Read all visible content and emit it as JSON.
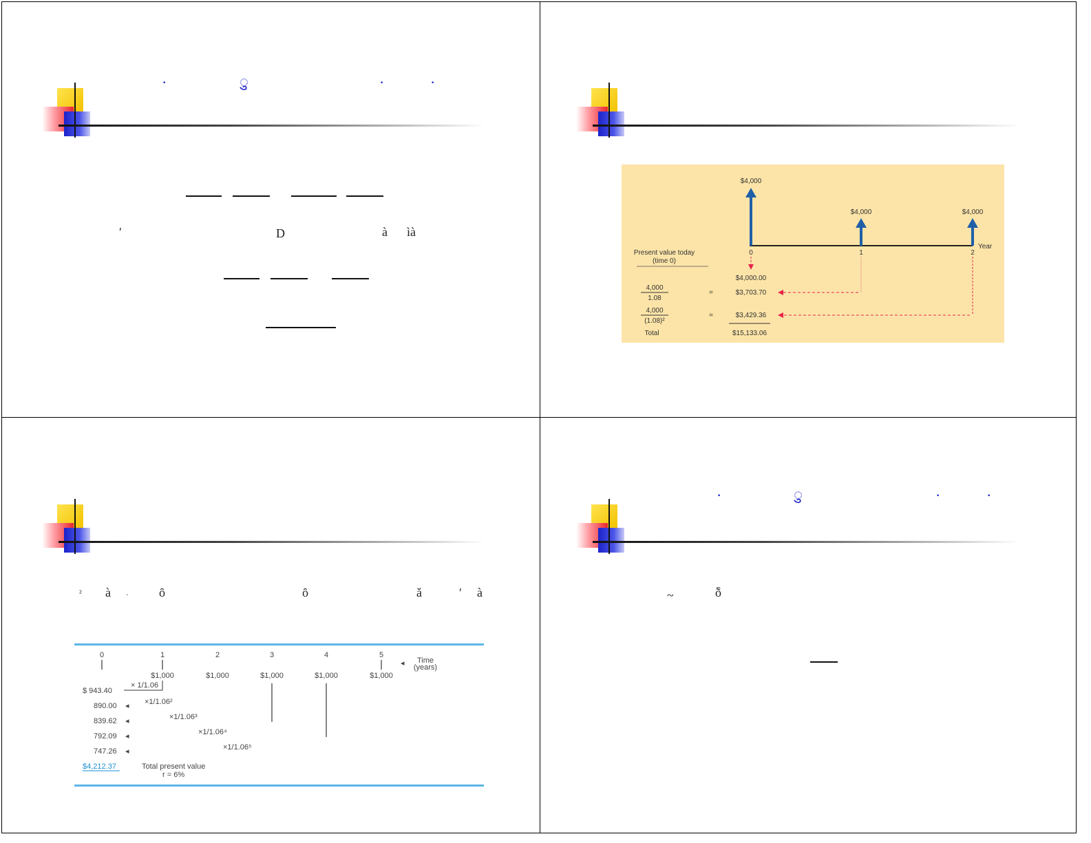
{
  "slides": [
    {
      "id": "s1",
      "title_fragments": [
        "·",
        "ु",
        "·",
        "·"
      ],
      "text_fragments": [
        "ʹ",
        "D",
        "à",
        "ìà"
      ]
    },
    {
      "id": "s2",
      "figure": {
        "cash_flows": [
          "$4,000",
          "$4,000",
          "$4,000"
        ],
        "years": [
          "0",
          "1",
          "2"
        ],
        "axis_label": "Year",
        "present_value_label_1": "Present value today",
        "present_value_label_2": "(time 0)",
        "pv_rows": [
          {
            "num": "",
            "den": "",
            "eq": "",
            "value": "$4,000.00"
          },
          {
            "num": "4,000",
            "den": "1.08",
            "eq": "=",
            "value": "$3,703.70"
          },
          {
            "num": "4,000",
            "den": "(1.08)²",
            "eq": "=",
            "value": "$3,429.36"
          }
        ],
        "total_label": "Total",
        "total_value": "$15,133.06"
      }
    },
    {
      "id": "s3",
      "text_fragments": [
        "²",
        "à",
        "·",
        "ȏ",
        "ȏ",
        "ǎ",
        "ʹ",
        "à"
      ],
      "figure": {
        "times": [
          "0",
          "1",
          "2",
          "3",
          "4",
          "5"
        ],
        "time_label_1": "Time",
        "time_label_2": "(years)",
        "cash_flows": [
          "$1,000",
          "$1,000",
          "$1,000",
          "$1,000",
          "$1,000"
        ],
        "pv_values": [
          "$ 943.40",
          "890.00",
          "839.62",
          "792.09",
          "747.26"
        ],
        "discount_factors": [
          "× 1/1.06",
          "×1/1.06²",
          "×1/1.06³",
          "×1/1.06⁴",
          "×1/1.06⁵"
        ],
        "total_pv": "$4,212.37",
        "total_label": "Total present value",
        "rate_label": "r = 6%"
      }
    },
    {
      "id": "s4",
      "title_fragments": [
        "·",
        "ु",
        "·",
        "·"
      ],
      "text_fragments": [
        "~",
        "ȭ"
      ]
    }
  ]
}
